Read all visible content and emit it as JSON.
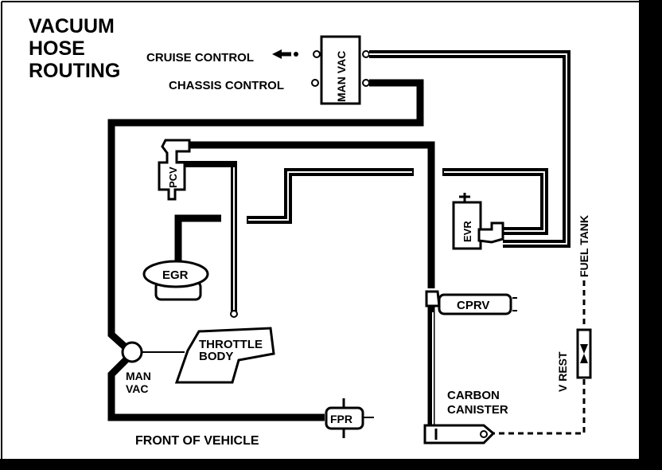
{
  "title": {
    "line1": "VACUUM",
    "line2": "HOSE",
    "line3": "ROUTING"
  },
  "labels": {
    "cruise_control": "CRUISE CONTROL",
    "chassis_control": "CHASSIS CONTROL",
    "man_vac_top": "MAN VAC",
    "pcv": "PCV",
    "egr": "EGR",
    "evr": "EVR",
    "fuel_tank": "FUEL TANK",
    "cprv": "CPRV",
    "throttle_line1": "THROTTLE",
    "throttle_line2": "BODY",
    "man_vac_line1": "MAN",
    "man_vac_line2": "VAC",
    "v_rest": "V REST",
    "carbon_line1": "CARBON",
    "carbon_line2": "CANISTER",
    "fpr": "FPR",
    "front_of_vehicle": "FRONT OF VEHICLE"
  }
}
